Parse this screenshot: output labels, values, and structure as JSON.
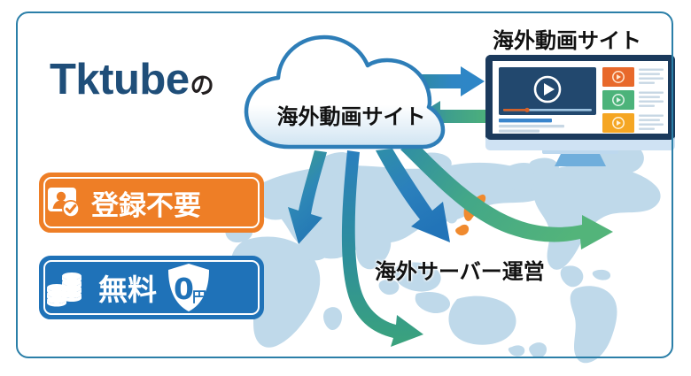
{
  "frame": {
    "border_color": "#2B7FA8"
  },
  "brand": {
    "name": "Tktube",
    "suffix": "の",
    "color": "#1F4E79"
  },
  "badges": [
    {
      "id": "registration-not-required",
      "label": "登録不要",
      "icon": "user-check-icon",
      "bg_color": "#EE7E26",
      "text_color": "#FFFFFF"
    },
    {
      "id": "free-of-charge",
      "label": "無料",
      "icon": "coins-icon",
      "shield_icon": "shield-icon",
      "shield_amount": "0",
      "shield_currency": "円",
      "bg_color": "#1F72B8",
      "text_color": "#FFFFFF"
    }
  ],
  "cloud": {
    "label": "海外動画サイト",
    "outline_color": "#2E7EB8"
  },
  "monitor": {
    "title": "海外動画サイト",
    "frame_color": "#1B3A5C",
    "player_color": "#22486E",
    "thumbnails": [
      {
        "color": "#E8692B",
        "play_icon": "play-icon"
      },
      {
        "color": "#4CB37A",
        "play_icon": "play-icon"
      },
      {
        "color": "#F5A623",
        "play_icon": "play-icon"
      }
    ]
  },
  "server_label": "海外サーバー運営",
  "arrows": [
    {
      "name": "cloud-to-monitor-arrow",
      "direction": "right",
      "color": "#2E86C8"
    },
    {
      "name": "monitor-to-cloud-arrow",
      "direction": "left",
      "color": "#3FA37E"
    },
    {
      "name": "cloud-to-europe-arrow",
      "direction": "down-left",
      "color": "#2B7FB5"
    },
    {
      "name": "cloud-to-africa-arrow",
      "direction": "down",
      "color": "#2E8F8A"
    },
    {
      "name": "cloud-to-japan-arrow",
      "direction": "down-right",
      "color": "#2B7FB5"
    },
    {
      "name": "japan-to-america-arrow",
      "direction": "right",
      "color": "#4FAE7C"
    }
  ],
  "map": {
    "land_color": "#BFD9EA",
    "japan_color": "#F08A2E"
  }
}
